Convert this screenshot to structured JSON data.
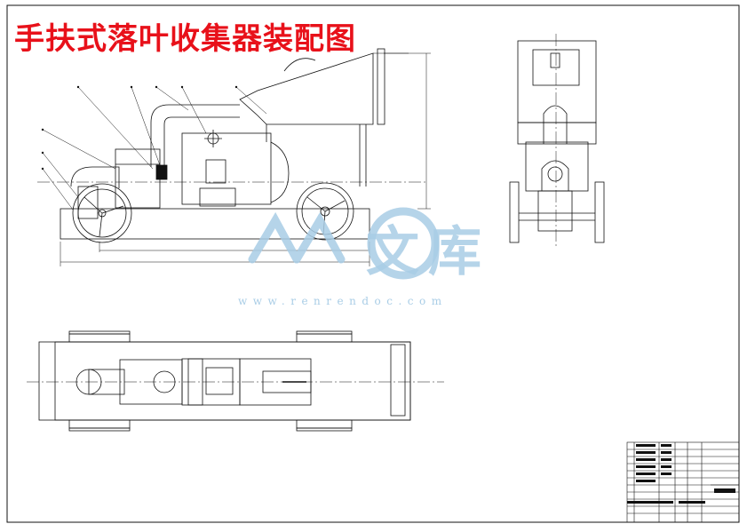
{
  "title": "手扶式落叶收集器装配图",
  "watermark": {
    "logo_text": "人人文库",
    "url": "www.renrendoc.com"
  },
  "colors": {
    "title": "#e8111a",
    "line": "#111111",
    "watermark": "#a9cde6"
  },
  "views": [
    "front-view",
    "side-view",
    "top-view"
  ]
}
